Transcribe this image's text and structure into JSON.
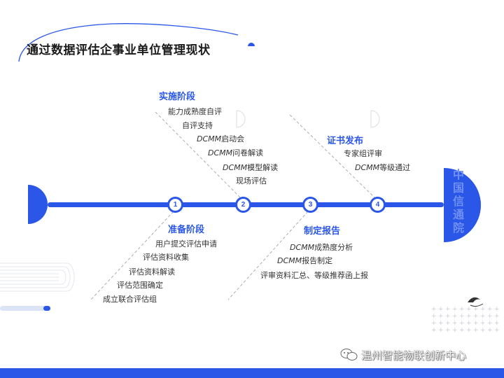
{
  "title": "通过数据评估企事业单位管理现状",
  "side_label": "中国信通院",
  "watermark": "温州智能物联创新中心",
  "colors": {
    "primary": "#2b57e8",
    "light": "#6f8ff5",
    "text": "#333333"
  },
  "nodes": [
    "1",
    "2",
    "3",
    "4"
  ],
  "stages": [
    {
      "name": "实施阶段",
      "items": [
        {
          "prefix": "",
          "text": "能力成熟度自评"
        },
        {
          "prefix": "",
          "text": "自评支持"
        },
        {
          "prefix": "DCMM",
          "text": "启动会"
        },
        {
          "prefix": "DCMM",
          "text": "问卷解读"
        },
        {
          "prefix": "DCMM",
          "text": "模型解读"
        },
        {
          "prefix": "",
          "text": "现场评估"
        }
      ]
    },
    {
      "name": "证书发布",
      "items": [
        {
          "prefix": "",
          "text": "专家组评审"
        },
        {
          "prefix": "DCMM",
          "text": "等级通过"
        }
      ]
    },
    {
      "name": "准备阶段",
      "items": [
        {
          "prefix": "",
          "text": "用户提交评估申请"
        },
        {
          "prefix": "",
          "text": "评估资料收集"
        },
        {
          "prefix": "",
          "text": "评估资料解读"
        },
        {
          "prefix": "",
          "text": "评估范围确定"
        },
        {
          "prefix": "",
          "text": "成立联合评估组"
        }
      ]
    },
    {
      "name": "制定报告",
      "items": [
        {
          "prefix": "DCMM",
          "text": "成熟度分析"
        },
        {
          "prefix": "DCMM",
          "text": "报告制定"
        },
        {
          "prefix": "",
          "text": "评审资料汇总、等级推荐函上报"
        }
      ]
    }
  ]
}
